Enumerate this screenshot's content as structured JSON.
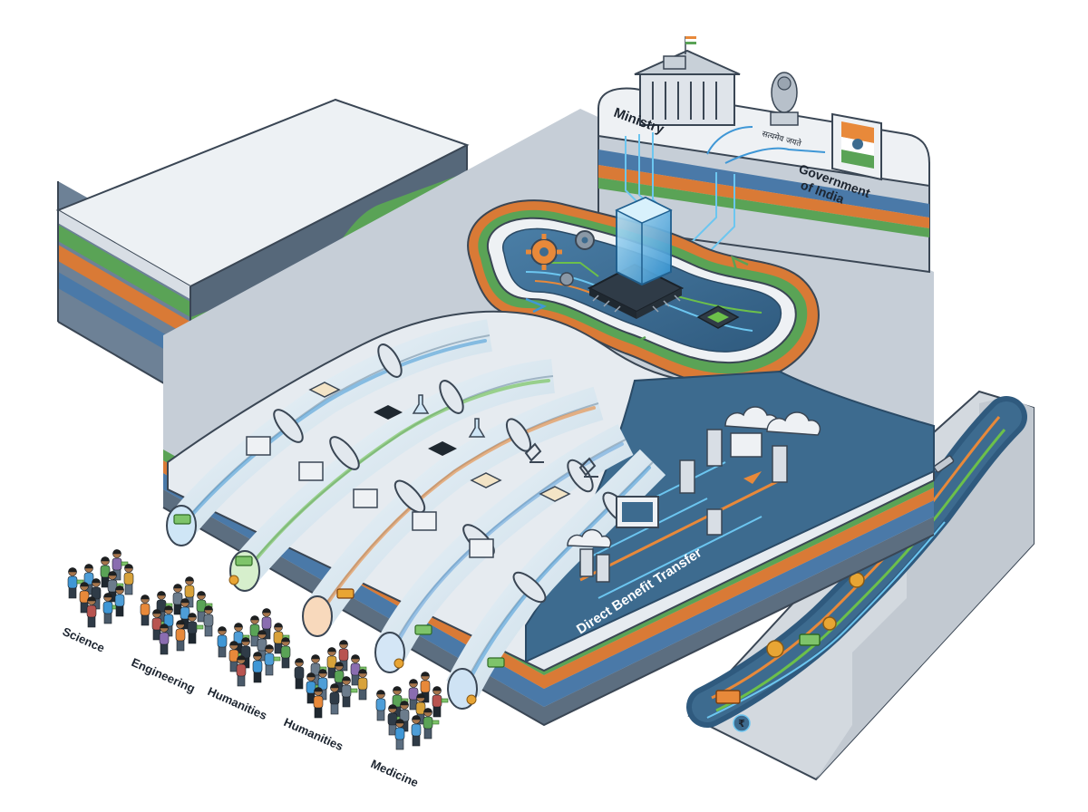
{
  "labels": {
    "ministry": "Ministry",
    "emblem_text": "सत्यमेव जयते",
    "government": "Government",
    "government_line2": "of India",
    "dbt": "Direct Benefit Transfer",
    "rupee": "₹"
  },
  "streams": [
    {
      "name": "Science",
      "color": "#3f97d6"
    },
    {
      "name": "Engineering",
      "color": "#6cc04a"
    },
    {
      "name": "Humanities",
      "color": "#e8893a"
    },
    {
      "name": "Humanities",
      "color": "#6aa6dc"
    },
    {
      "name": "Medicine",
      "color": "#4e9ed8"
    }
  ],
  "colors": {
    "platform_top": "#e9edf1",
    "platform_side": "#c6ced7",
    "layer_green": "#5aa356",
    "layer_orange": "#d97a36",
    "layer_blue": "#4a79a8",
    "layer_slate": "#5c6e80",
    "circuit_bg": "#3d6b8f",
    "chip": "#2f3b47",
    "crystal": "#6cc6f0",
    "tube_glass": "#dceaf3",
    "coin": "#e8a534"
  },
  "icons": [
    "gear-icon",
    "chip-icon",
    "crystal-icon",
    "book-icon",
    "graduation-cap-icon",
    "microscope-icon",
    "flask-icon",
    "monitor-icon",
    "cloud-icon",
    "server-icon",
    "coin-icon",
    "cash-bundle-icon",
    "government-building-icon",
    "emblem-icon",
    "flag-icon",
    "rupee-icon"
  ]
}
